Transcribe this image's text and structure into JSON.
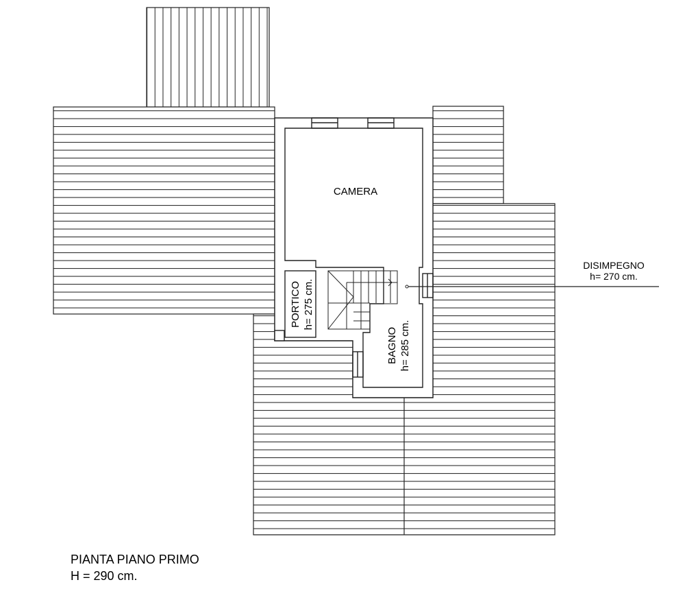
{
  "rooms": {
    "camera": "CAMERA",
    "portico": "PORTICO",
    "portico_h": "h= 275 cm.",
    "bagno": "BAGNO",
    "bagno_h": "h= 285 cm.",
    "disimpegno": "DISIMPEGNO",
    "disimpegno_h": "h= 270 cm."
  },
  "title": {
    "line1": "PIANTA PIANO PRIMO",
    "line2": "H = 290 cm."
  }
}
